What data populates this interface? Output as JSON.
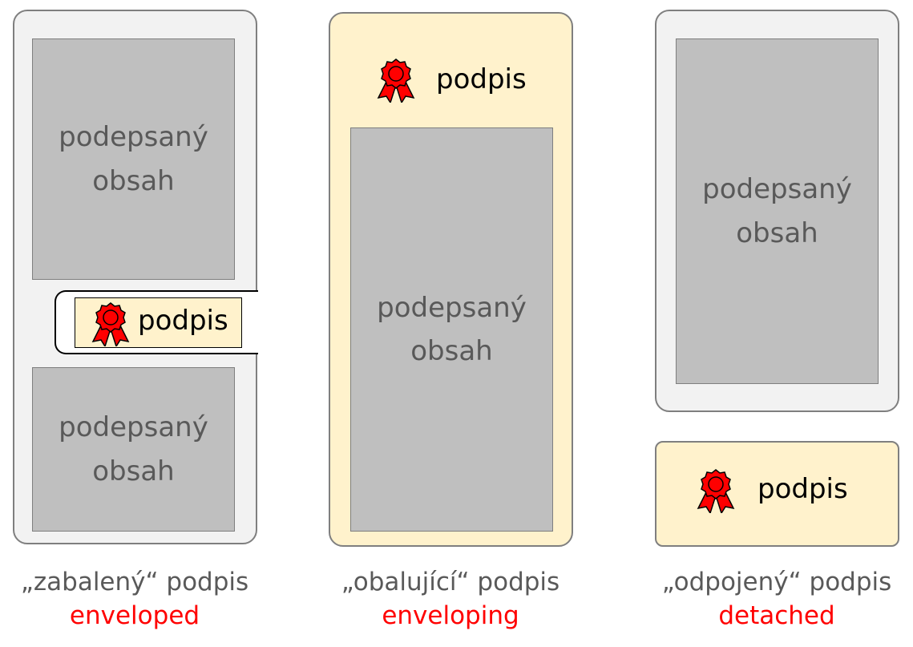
{
  "content_label": "podepsaný obsah",
  "signature_label": "podpis",
  "colors": {
    "signature_bg": "#fff2cc",
    "content_bg": "#bfbfbf",
    "panel_bg": "#f2f2f2",
    "accent": "#ff0000"
  },
  "variants": [
    {
      "caption": "„zabalený“ podpis",
      "english": "enveloped"
    },
    {
      "caption": "„obalující“ podpis",
      "english": "enveloping"
    },
    {
      "caption": "„odpojený“ podpis",
      "english": "detached"
    }
  ]
}
